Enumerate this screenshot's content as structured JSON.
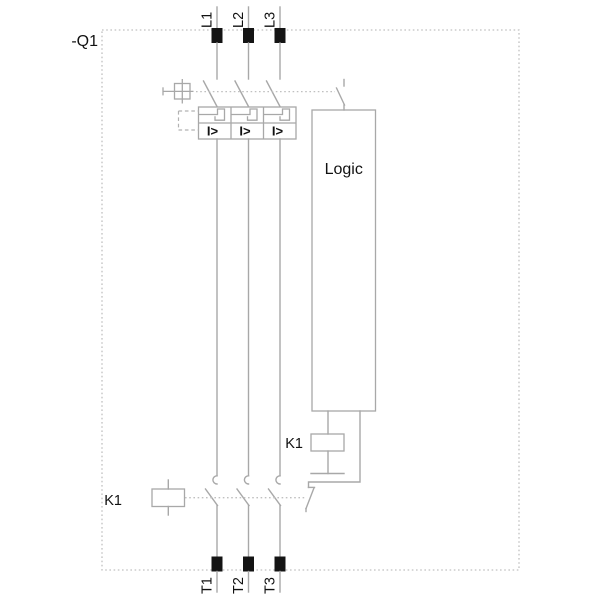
{
  "device": {
    "label": "-Q1"
  },
  "terminals": {
    "top": [
      "L1",
      "L2",
      "L3"
    ],
    "bottom": [
      "T1",
      "T2",
      "T3"
    ]
  },
  "breaker": {
    "overcurrent_trip_label": "I>"
  },
  "logic": {
    "label": "Logic"
  },
  "contactor": {
    "coil_label": "K1",
    "aux_coil_label": "K1"
  },
  "colors": {
    "line": "#a8a8a8",
    "dashed_border": "#c0c0c0",
    "text": "#111111",
    "terminal": "#141414",
    "background": "#ffffff"
  }
}
